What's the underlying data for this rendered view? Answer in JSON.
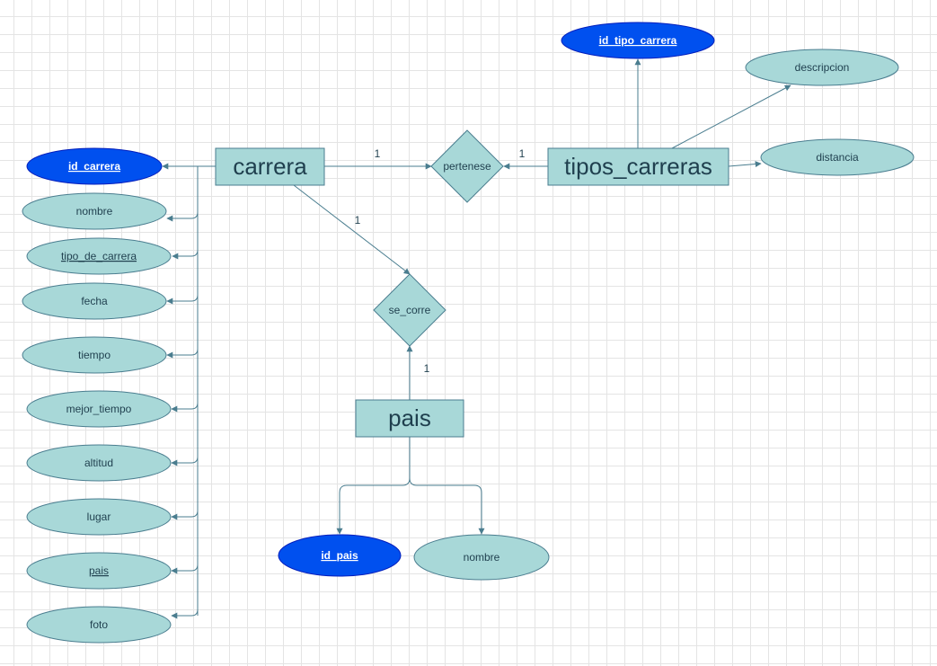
{
  "entities": {
    "carrera": "carrera",
    "tipos_carreras": "tipos_carreras",
    "pais": "pais"
  },
  "relationships": {
    "pertenese": "pertenese",
    "se_corre": "se_corre"
  },
  "attributes": {
    "carrera": {
      "id_carrera": "id_carrera",
      "nombre": "nombre",
      "tipo_de_carrera": "tipo_de_carrera",
      "fecha": "fecha",
      "tiempo": "tiempo",
      "mejor_tiempo": "mejor_tiempo",
      "altitud": "altitud",
      "lugar": "lugar",
      "pais": "pais",
      "foto": "foto"
    },
    "tipos_carreras": {
      "id_tipo_carrera": "id_tipo_carrera",
      "descripcion": "descripcion",
      "distancia": "distancia"
    },
    "pais": {
      "id_pais": "id_pais",
      "nombre": "nombre"
    }
  },
  "cardinalities": {
    "carrera_pertenese": "1",
    "tipos_pertenese": "1",
    "carrera_se_corre": "1",
    "pais_se_corre": "1"
  },
  "colors": {
    "entity_fill": "#a8d8d8",
    "key_attribute_fill": "#0050ef",
    "stroke": "#4a7d8f",
    "grid": "#e4e4e4"
  }
}
